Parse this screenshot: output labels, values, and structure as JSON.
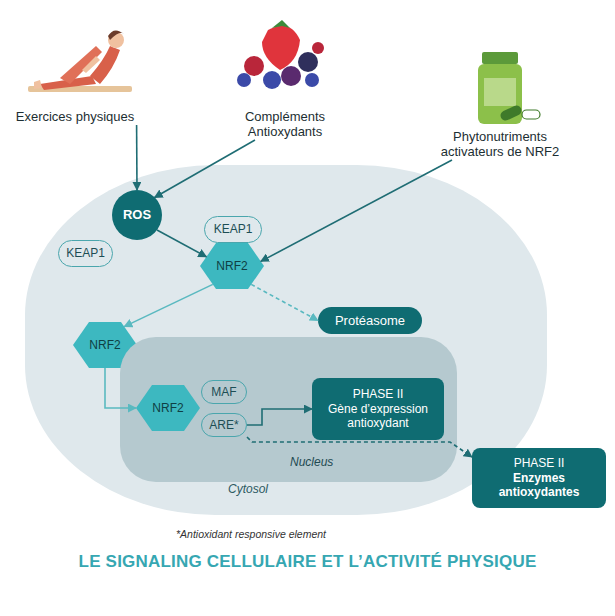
{
  "diagram": {
    "title": "LE SIGNALING CELLULAIRE ET L’ACTIVITÉ PHYSIQUE",
    "nodes": [
      {
        "text": [
          "Exercices physiques"
        ]
      },
      {
        "text": [
          "Compléments Antioxydants"
        ]
      },
      {
        "text": [
          "Phytonutriments activateurs de NRF2"
        ]
      },
      {
        "text": [
          "Cytosol"
        ]
      },
      {
        "text": [
          "ROS"
        ],
        "in": 3
      },
      {
        "text": [
          "KEAP1"
        ],
        "in": 3
      },
      {
        "text": [
          "KEAP1"
        ],
        "in": 3
      },
      {
        "text": [
          "NRF2"
        ],
        "in": 3
      },
      {
        "text": [
          "Protéasome"
        ],
        "in": 3
      },
      {
        "text": [
          "NRF2"
        ],
        "in": 3
      },
      {
        "text": [
          "Nucleus"
        ],
        "in": 3
      },
      {
        "text": [
          "NRF2"
        ],
        "in": 10
      },
      {
        "text": [
          "MAF"
        ],
        "in": 10
      },
      {
        "text": [
          "ARE*"
        ],
        "in": 10
      },
      {
        "text": [
          "PHASE II",
          "Gène d’expression antioxydant"
        ],
        "in": 10
      },
      {
        "text": [
          "PHASE II",
          "Enzymes antioxydantes"
        ]
      }
    ],
    "edges": [
      {
        "from": 0,
        "to": 4,
        "arrow": "to"
      },
      {
        "from": 1,
        "to": 4,
        "arrow": "to"
      },
      {
        "from": 4,
        "to": 7,
        "arrow": "to"
      },
      {
        "from": 2,
        "to": 7,
        "arrow": "to"
      },
      {
        "from": 7,
        "to": 8,
        "arrow": "to"
      },
      {
        "from": 7,
        "to": 9,
        "arrow": "to"
      },
      {
        "from": 9,
        "to": 11,
        "arrow": "to"
      },
      {
        "from": 13,
        "to": 14,
        "arrow": "to"
      },
      {
        "from": 13,
        "to": 15,
        "arrow": "to"
      }
    ],
    "labels": [
      "*Antioxidant responsive element"
    ]
  }
}
